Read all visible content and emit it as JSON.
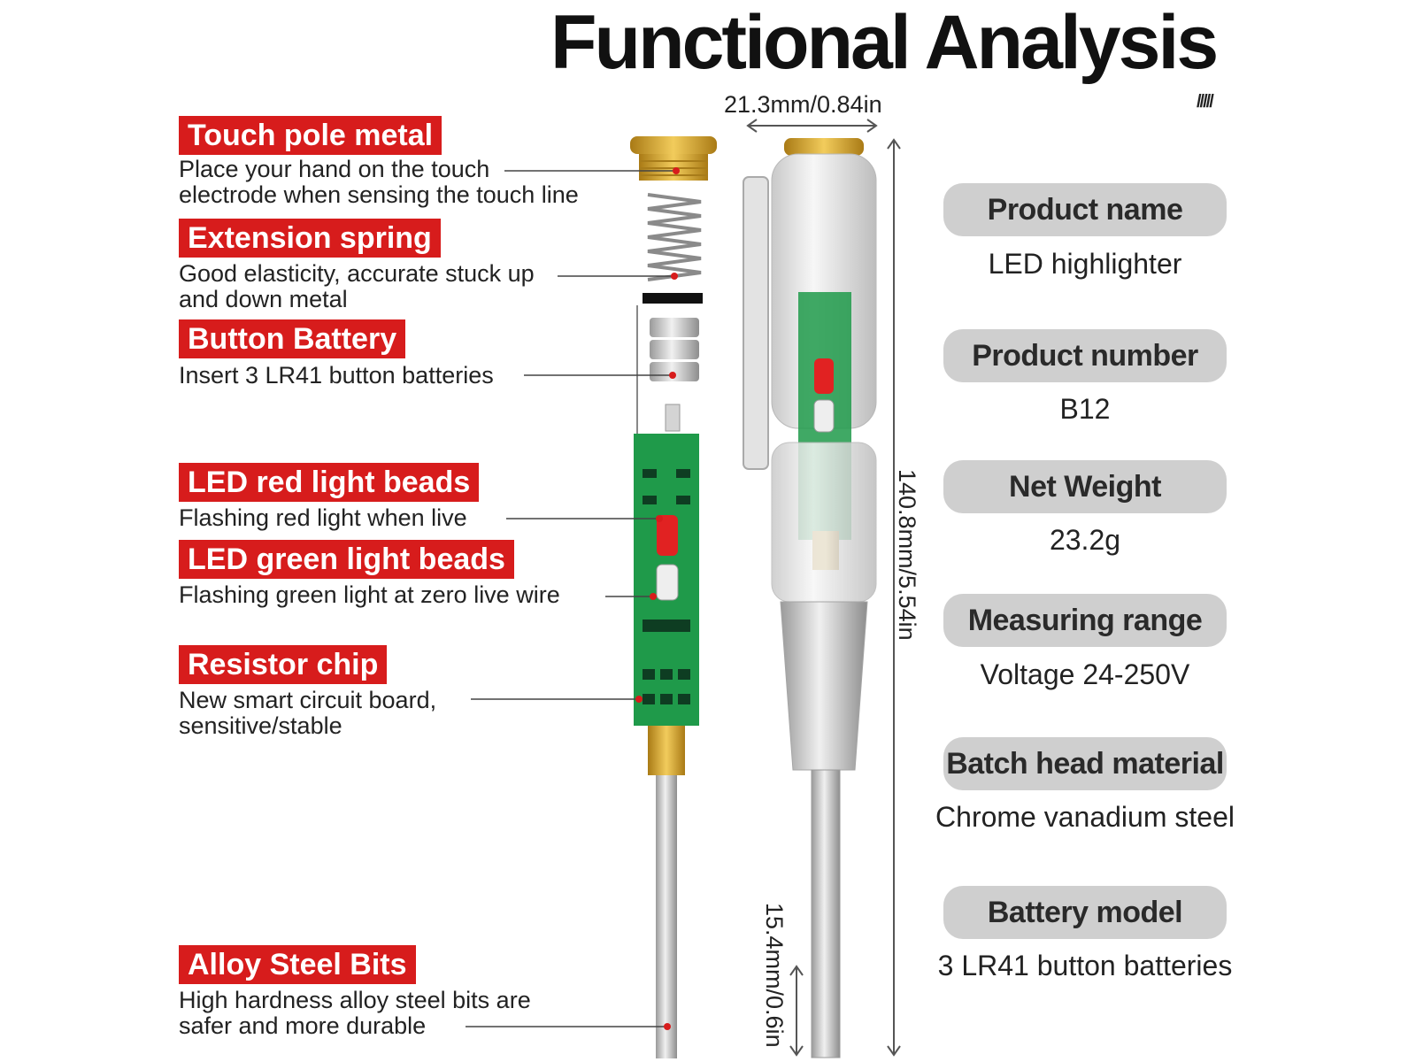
{
  "title": "Functional Analysis",
  "hatch": "/////",
  "components": [
    {
      "name": "Touch pole metal",
      "description": [
        "Place your hand on the touch",
        "electrode when sensing the touch line"
      ]
    },
    {
      "name": "Extension spring",
      "description": [
        "Good elasticity, accurate stuck up",
        "and down metal"
      ]
    },
    {
      "name": "Button Battery",
      "description": [
        "Insert 3 LR41 button batteries"
      ]
    },
    {
      "name": "LED red light beads",
      "description": [
        "Flashing red light when live"
      ]
    },
    {
      "name": "LED green light beads",
      "description": [
        "Flashing green light at zero live wire"
      ]
    },
    {
      "name": "Resistor chip",
      "description": [
        "New smart circuit board,",
        "sensitive/stable"
      ]
    },
    {
      "name": "Alloy Steel Bits",
      "description": [
        "High hardness alloy steel bits are",
        "safer and more durable"
      ]
    }
  ],
  "dimensions": {
    "width": "21.3mm/0.84in",
    "length": "140.8mm/5.54in",
    "tip": "15.4mm/0.6in"
  },
  "specs": [
    {
      "label": "Product name",
      "value": "LED highlighter"
    },
    {
      "label": "Product number",
      "value": "B12"
    },
    {
      "label": "Net Weight",
      "value": "23.2g"
    },
    {
      "label": "Measuring range",
      "value": "Voltage 24-250V"
    },
    {
      "label": "Batch head material",
      "value": "Chrome vanadium steel"
    },
    {
      "label": "Battery model",
      "value": "3 LR41 button batteries"
    }
  ],
  "colors": {
    "tag_red": "#d71c1c",
    "pill_gray": "#cfcfcf",
    "pcb_green": "#1f9a4a",
    "brass": "#d8a531"
  },
  "icons": [
    "arrow-icon"
  ]
}
